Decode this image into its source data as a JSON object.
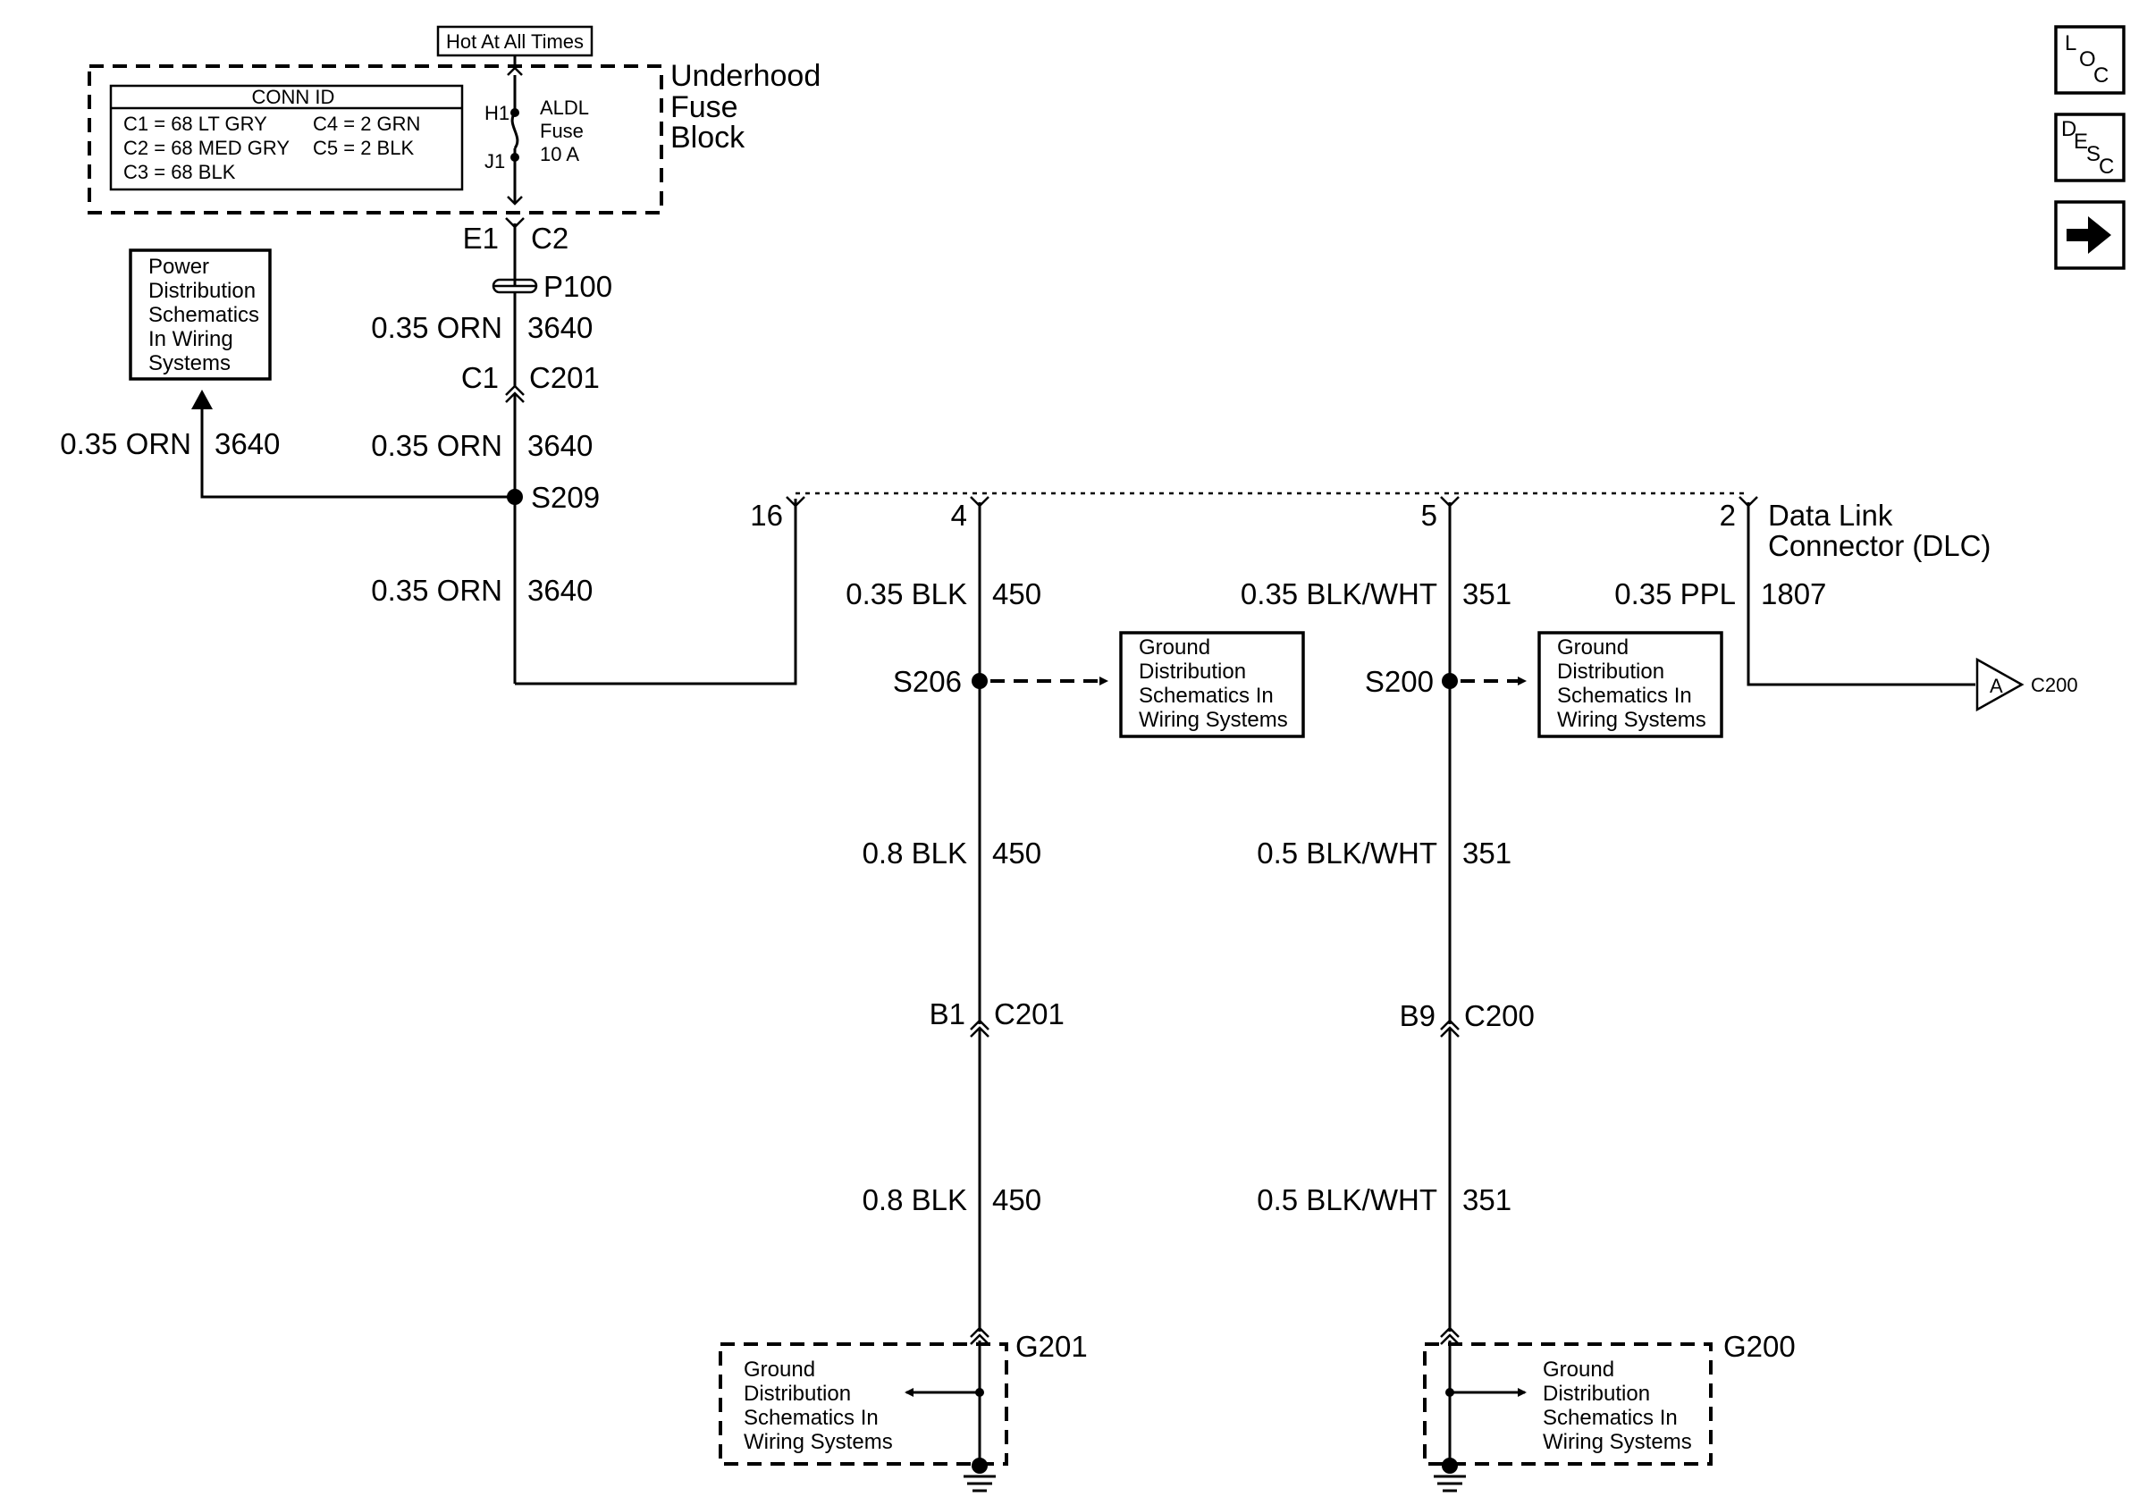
{
  "fuse_block": {
    "hot_label": "Hot At All Times",
    "name_lines": [
      "Underhood",
      "Fuse",
      "Block"
    ],
    "conn_id_title": "CONN ID",
    "conn_ids": [
      "C1 = 68 LT GRY",
      "C2 = 68 MED GRY",
      "C3 = 68 BLK",
      "C4 =  2 GRN",
      "C5 =  2 BLK"
    ],
    "fuse_pin_top": "H1",
    "fuse_pin_bottom": "J1",
    "fuse_lines": [
      "ALDL",
      "Fuse",
      "10 A"
    ]
  },
  "top_connectors": {
    "e1": "E1",
    "c2": "C2",
    "p100": "P100",
    "c1": "C1",
    "c201": "C201"
  },
  "main_wire": {
    "seg1_size": "0.35 ORN",
    "seg1_circuit": "3640",
    "seg2_size": "0.35 ORN",
    "seg2_circuit": "3640",
    "seg3_size": "0.35 ORN",
    "seg3_circuit": "3640",
    "splice": "S209"
  },
  "power_branch": {
    "size": "0.35 ORN",
    "circuit": "3640",
    "ref_lines": [
      "Power",
      "Distribution",
      "Schematics",
      "In Wiring",
      "Systems"
    ]
  },
  "dlc": {
    "name_lines": [
      "Data Link",
      "Connector (DLC)"
    ],
    "pins": [
      "16",
      "4",
      "5",
      "2"
    ]
  },
  "ground_450": {
    "top_size": "0.35 BLK",
    "top_circuit": "450",
    "splice": "S206",
    "ref_lines": [
      "Ground",
      "Distribution",
      "Schematics In",
      "Wiring Systems"
    ],
    "mid_size": "0.8 BLK",
    "mid_circuit": "450",
    "conn_pin": "B1",
    "conn_name": "C201",
    "bot_size": "0.8 BLK",
    "bot_circuit": "450",
    "ground": "G201",
    "ground_ref_lines": [
      "Ground",
      "Distribution",
      "Schematics In",
      "Wiring Systems"
    ]
  },
  "ground_351": {
    "top_size": "0.35 BLK/WHT",
    "top_circuit": "351",
    "splice": "S200",
    "ref_lines": [
      "Ground",
      "Distribution",
      "Schematics In",
      "Wiring Systems"
    ],
    "mid_size": "0.5 BLK/WHT",
    "mid_circuit": "351",
    "conn_pin": "B9",
    "conn_name": "C200",
    "bot_size": "0.5 BLK/WHT",
    "bot_circuit": "351",
    "ground": "G200",
    "ground_ref_lines": [
      "Ground",
      "Distribution",
      "Schematics In",
      "Wiring Systems"
    ]
  },
  "ppl_wire": {
    "size": "0.35 PPL",
    "circuit": "1807",
    "offpage_letter": "A",
    "offpage_conn": "C200"
  },
  "nav_buttons": {
    "loc": [
      "L",
      "O",
      "C"
    ],
    "desc": [
      "D",
      "E",
      "S",
      "C"
    ],
    "next_icon": "right-arrow-icon"
  }
}
